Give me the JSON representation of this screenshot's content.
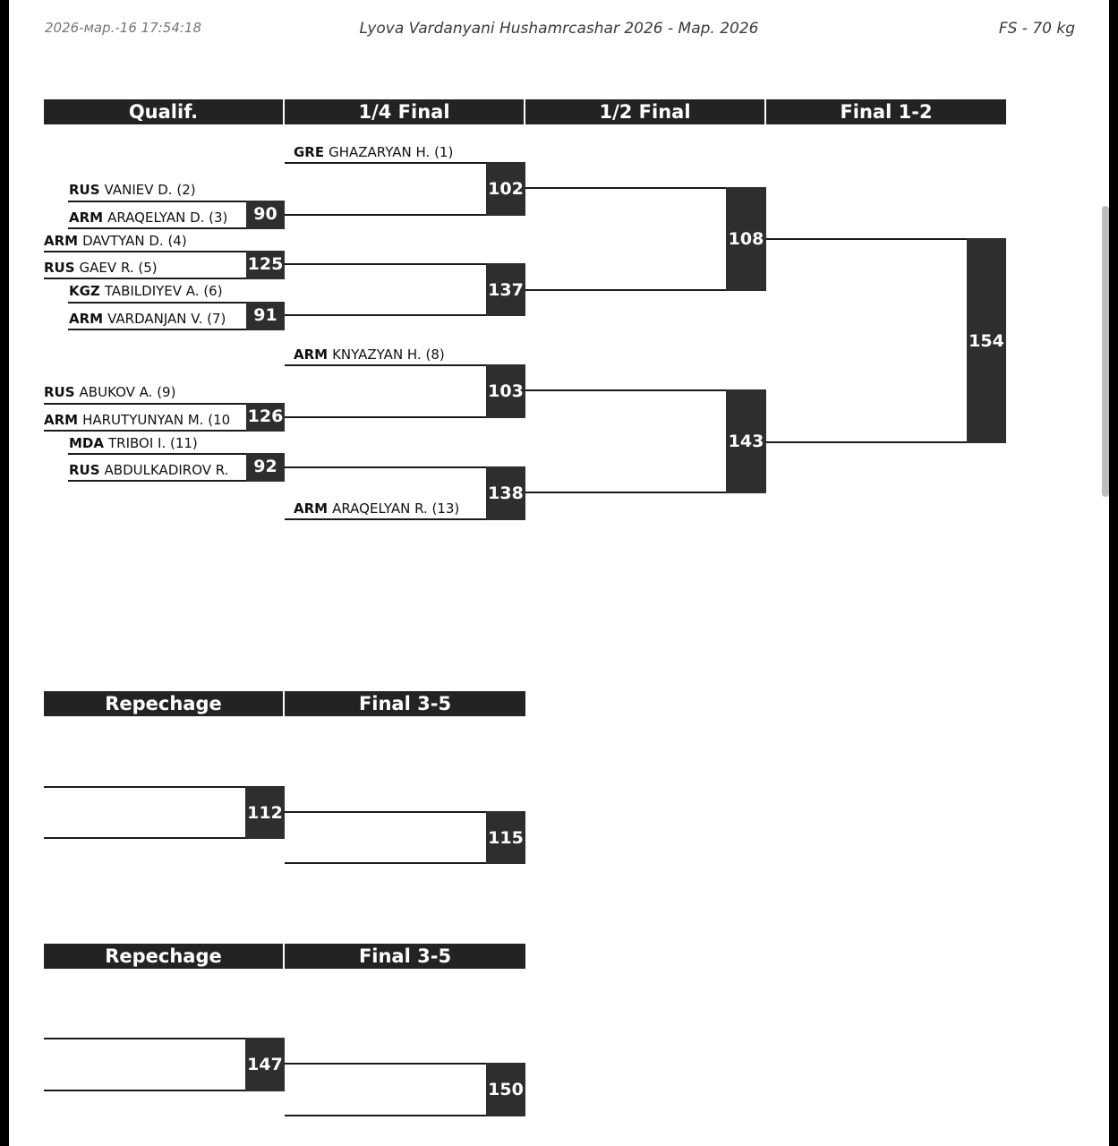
{
  "header": {
    "date": "2026-мар.-16 17:54:18",
    "title": "Lyova Vardanyani Hushamrcashar 2026 - Мар. 2026",
    "category": "FS - 70 kg"
  },
  "columns": [
    "Qualif.",
    "1/4 Final",
    "1/2 Final",
    "Final 1-2"
  ],
  "repechage_columns": [
    {
      "left": "Repechage",
      "right": "Final 3-5"
    },
    {
      "left": "Repechage",
      "right": "Final 3-5"
    }
  ],
  "wrestlers": [
    {
      "country": "GRE",
      "name": "GHAZARYAN H. (1)"
    },
    {
      "country": "RUS",
      "name": "VANIEV D. (2)"
    },
    {
      "country": "ARM",
      "name": "ARAQELYAN D. (3)"
    },
    {
      "country": "ARM",
      "name": "DAVTYAN D. (4)"
    },
    {
      "country": "RUS",
      "name": "GAEV R. (5)"
    },
    {
      "country": "KGZ",
      "name": "TABILDIYEV A. (6)"
    },
    {
      "country": "ARM",
      "name": "VARDANJAN V. (7)"
    },
    {
      "country": "ARM",
      "name": "KNYAZYAN H. (8)"
    },
    {
      "country": "RUS",
      "name": "ABUKOV A. (9)"
    },
    {
      "country": "ARM",
      "name": "HARUTYUNYAN M. (10"
    },
    {
      "country": "MDA",
      "name": "TRIBOI I. (11)"
    },
    {
      "country": "RUS",
      "name": "ABDULKADIROV R."
    },
    {
      "country": "ARM",
      "name": "ARAQELYAN R. (13)"
    }
  ],
  "bouts": {
    "b90": "90",
    "b125": "125",
    "b91": "91",
    "b126": "126",
    "b92": "92",
    "b102": "102",
    "b137": "137",
    "b103": "103",
    "b138": "138",
    "b108": "108",
    "b143": "143",
    "b154": "154",
    "b112": "112",
    "b115": "115",
    "b147": "147",
    "b150": "150"
  }
}
